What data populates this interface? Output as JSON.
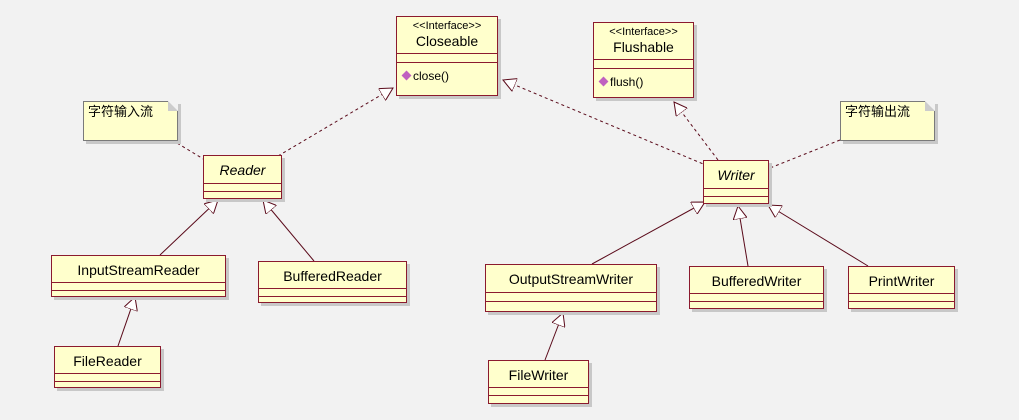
{
  "interfaces": {
    "closeable": {
      "stereotype": "<<Interface>>",
      "name": "Closeable",
      "operation": "close()"
    },
    "flushable": {
      "stereotype": "<<Interface>>",
      "name": "Flushable",
      "operation": "flush()"
    }
  },
  "classes": {
    "reader": "Reader",
    "writer": "Writer",
    "input_stream_reader": "InputStreamReader",
    "buffered_reader": "BufferedReader",
    "file_reader": "FileReader",
    "output_stream_writer": "OutputStreamWriter",
    "buffered_writer": "BufferedWriter",
    "print_writer": "PrintWriter",
    "file_writer": "FileWriter"
  },
  "notes": {
    "reader_note": "字符输入流",
    "writer_note": "字符输出流"
  },
  "colors": {
    "class_fill": "#ffffcc",
    "border": "#8b1a2e",
    "line": "#5a0a1a",
    "background": "#f2f2f2"
  }
}
